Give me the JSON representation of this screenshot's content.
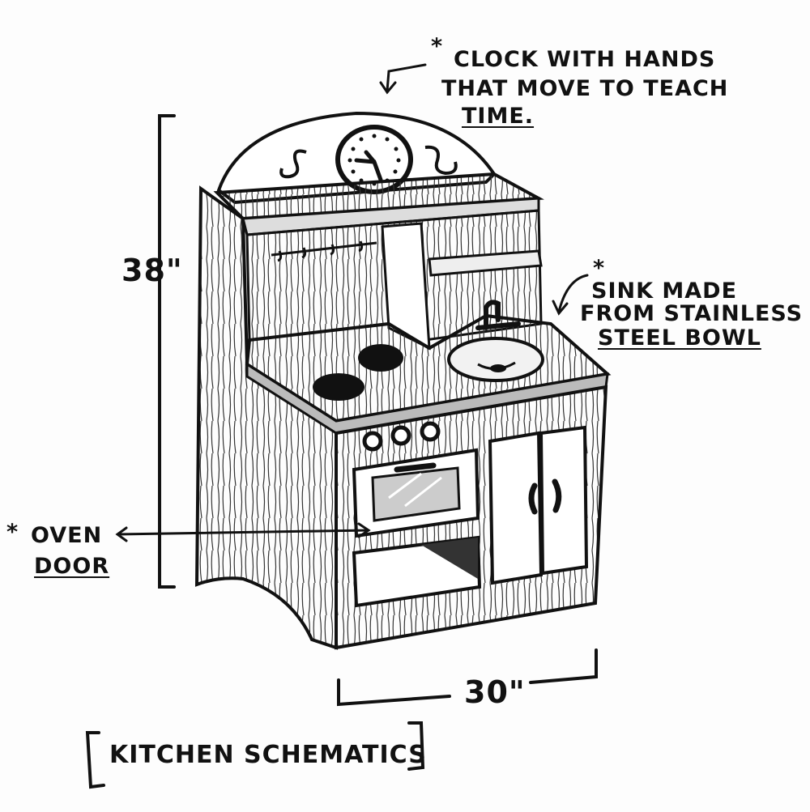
{
  "annotations": {
    "clock": {
      "marker": "*",
      "line1": "CLOCK WITH HANDS",
      "line2": "THAT MOVE TO TEACH",
      "line3": "TIME."
    },
    "sink": {
      "marker": "*",
      "line1": "SINK MADE",
      "line2": "FROM STAINLESS",
      "line3": "STEEL BOWL"
    },
    "oven": {
      "marker": "*",
      "line1": "OVEN",
      "line2": "DOOR"
    }
  },
  "dimensions": {
    "height": "38\"",
    "width": "30\""
  },
  "caption": "KITCHEN SCHEMATICS",
  "colors": {
    "ink": "#111111",
    "paper": "#fdfdfd",
    "wood_shade": "#cfcfcf"
  }
}
